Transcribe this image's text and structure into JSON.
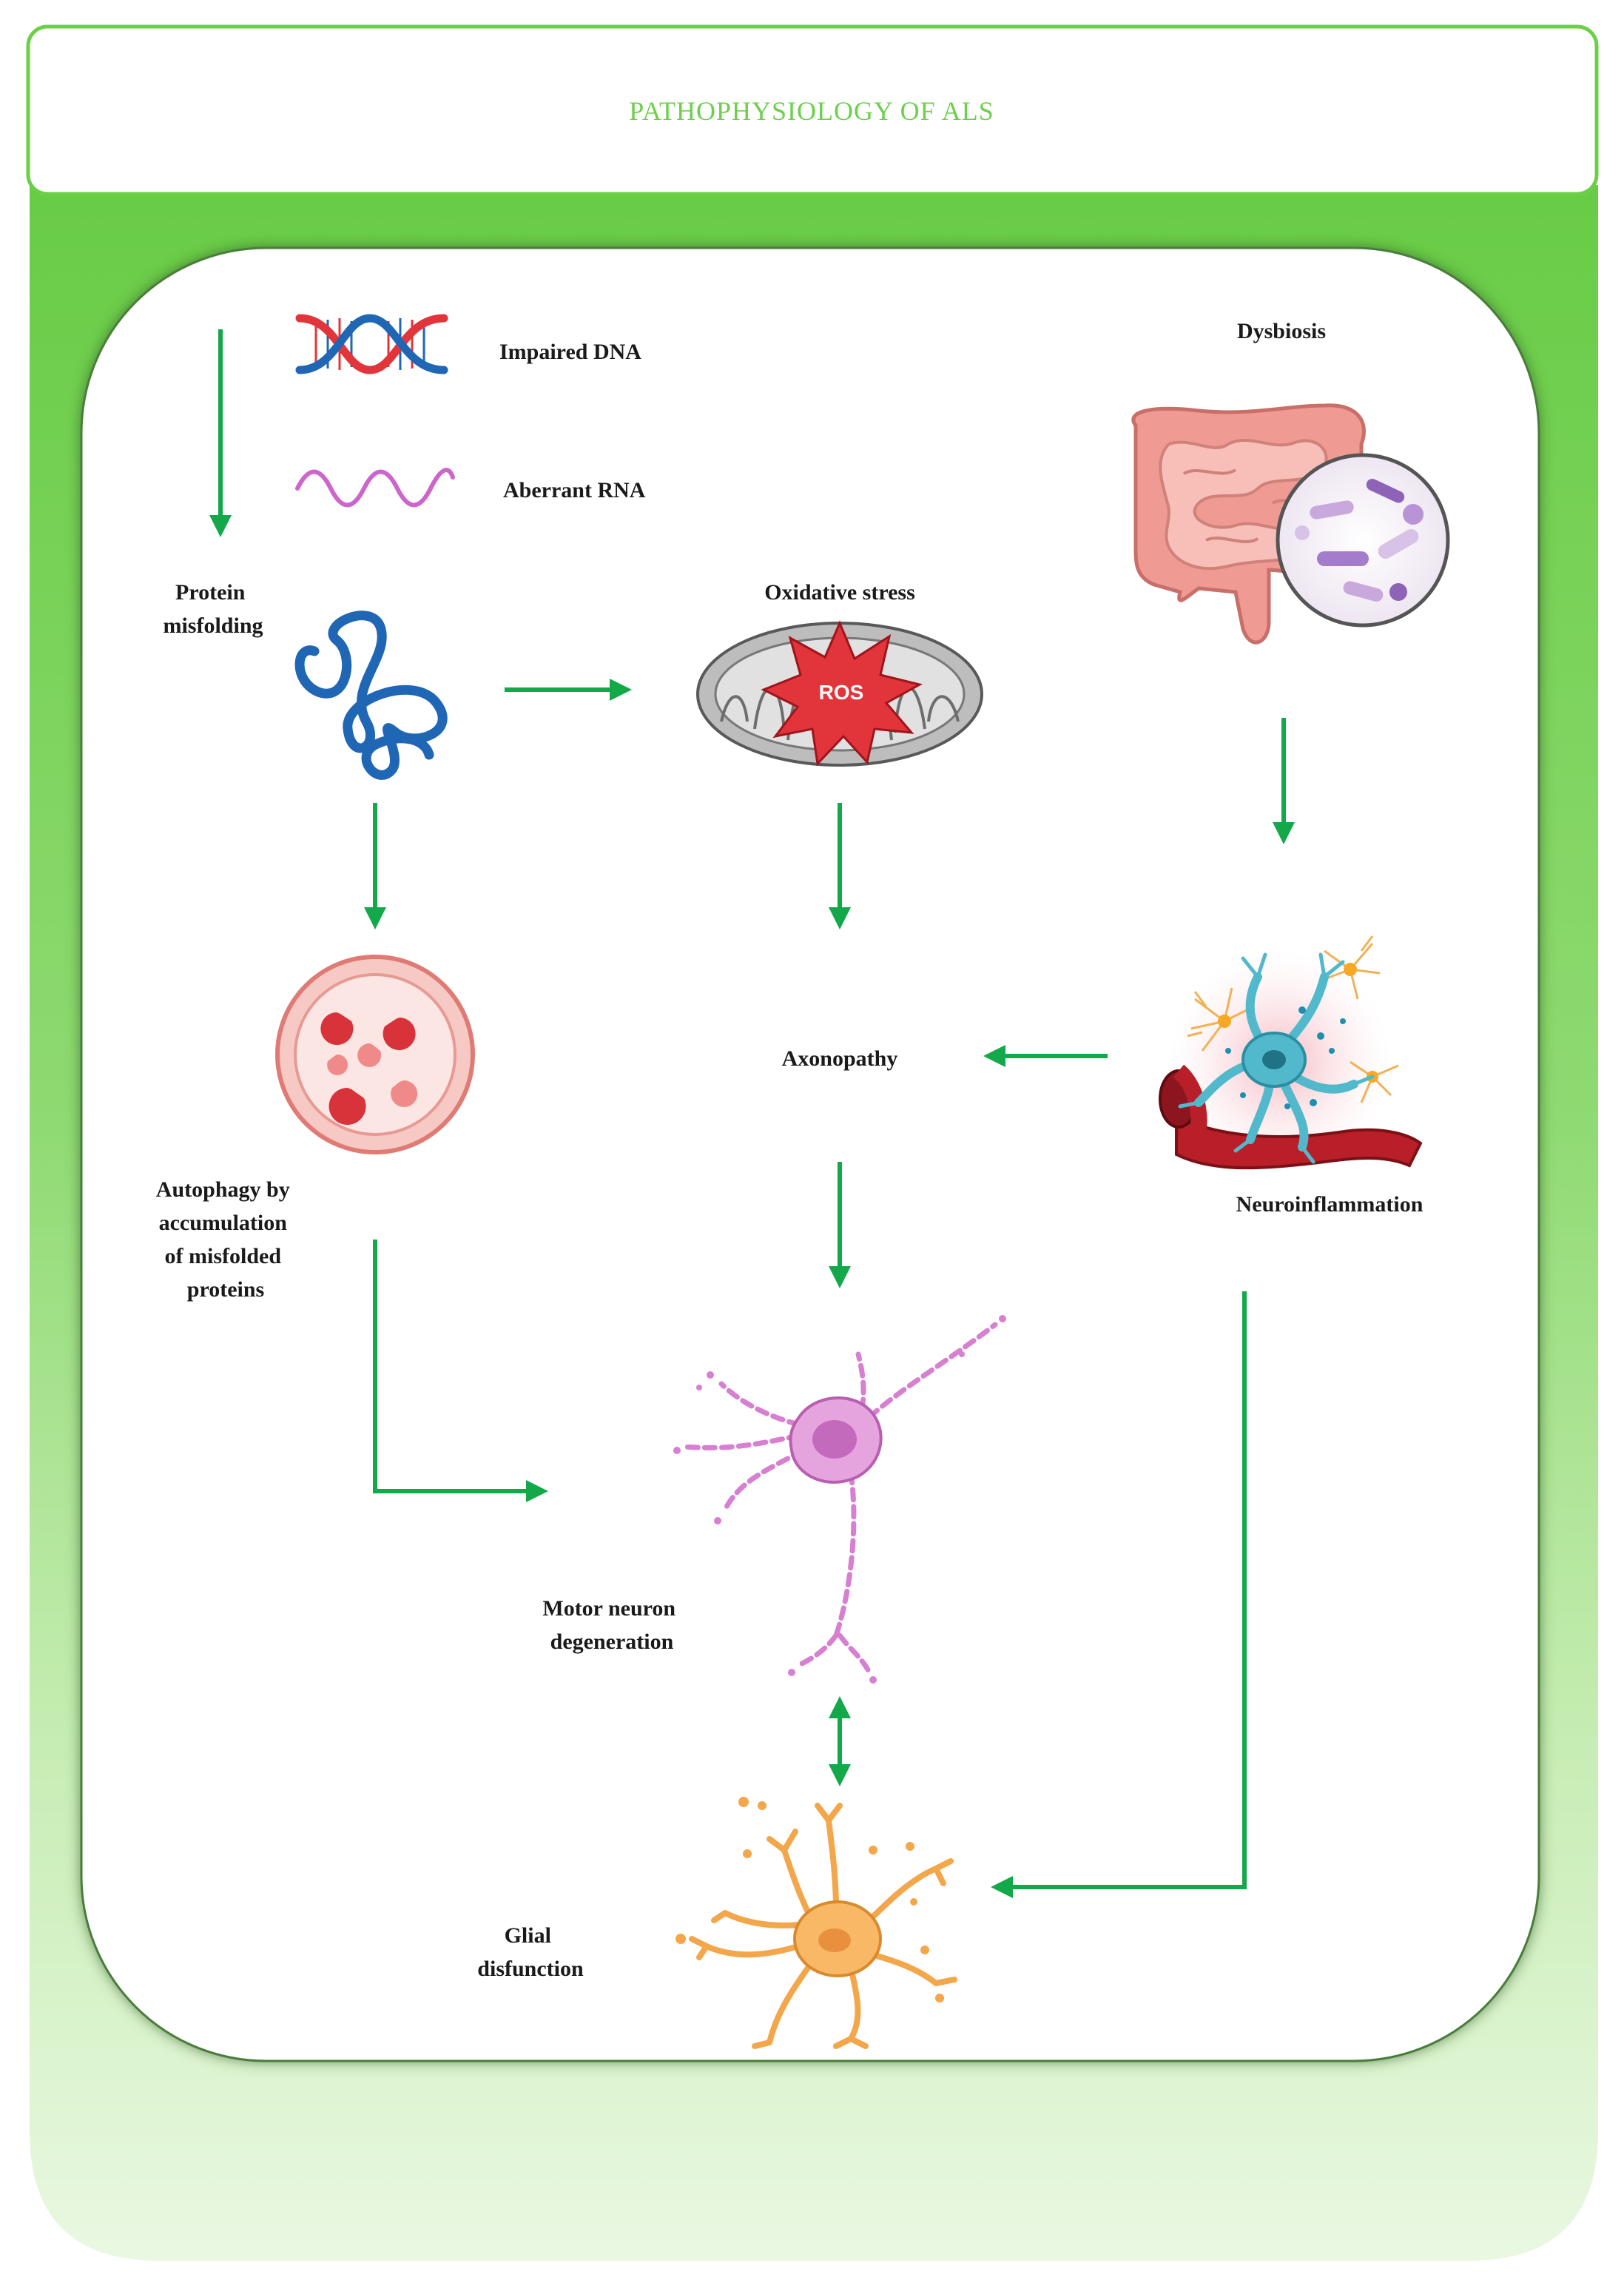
{
  "title": "PATHOPHYSIOLOGY OF ALS",
  "nodes": {
    "impaired_dna": "Impaired DNA",
    "aberrant_rna": "Aberrant RNA",
    "protein_misfolding": [
      "Protein",
      "misfolding"
    ],
    "oxidative_stress": "Oxidative stress",
    "ros": "ROS",
    "dysbiosis": "Dysbiosis",
    "autophagy": [
      "Autophagy by",
      "accumulation",
      "of misfolded",
      "proteins"
    ],
    "axonopathy": "Axonopathy",
    "neuroinflammation": "Neuroinflammation",
    "motor_neuron_degeneration": [
      "Motor neuron",
      "degeneration"
    ],
    "glial_dysfunction": [
      "Glial",
      "disfunction"
    ]
  },
  "colors": {
    "frame_green": "#6ccf48",
    "title_green": "#6ecf4b",
    "arrow_green": "#13a84a",
    "protein_blue": "#1f67b5",
    "rna_pink": "#cc66cc",
    "ros_red": "#e2353b",
    "neuron_pink": "#d77fd0",
    "glia_orange": "#f4a64a",
    "microglia_cyan": "#52b9cc"
  },
  "icons": {
    "dna": "dna-double-helix-icon",
    "rna": "rna-strand-icon",
    "protein": "misfolded-protein-icon",
    "mitochondrion": "mitochondrion-icon",
    "gut": "intestine-microbiota-icon",
    "autophagosome": "autophagosome-icon",
    "neuroinflammation": "microglia-vessel-icon",
    "motor_neuron": "degenerating-motor-neuron-icon",
    "glial_cell": "astrocyte-icon"
  }
}
